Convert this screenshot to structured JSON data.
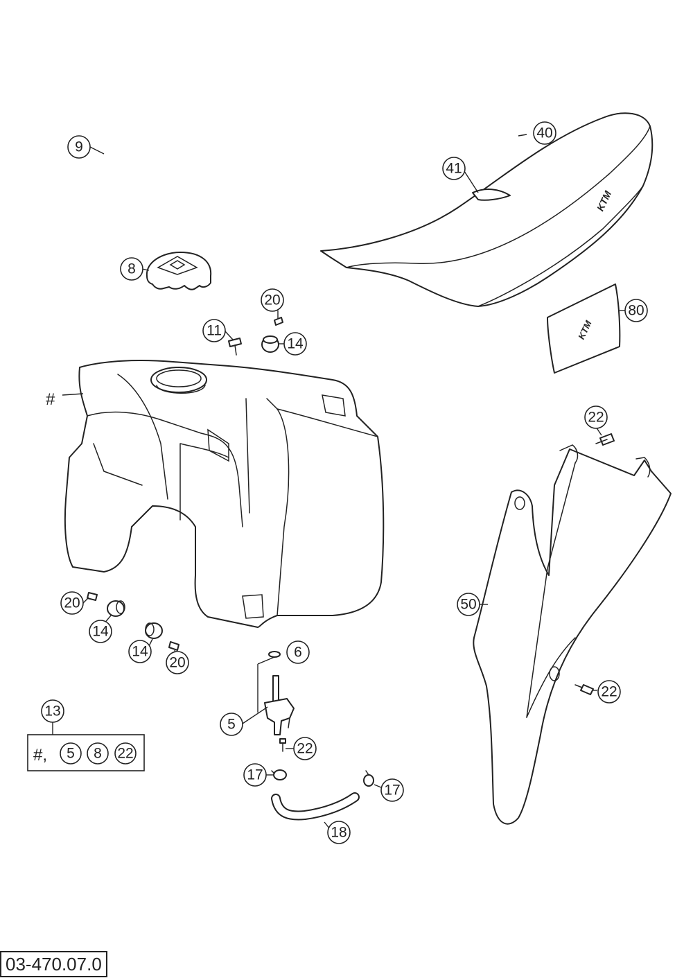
{
  "callouts": [
    {
      "id": "c9",
      "label": "9"
    },
    {
      "id": "c8",
      "label": "8"
    },
    {
      "id": "c20a",
      "label": "20"
    },
    {
      "id": "c11",
      "label": "11"
    },
    {
      "id": "c14a",
      "label": "14"
    },
    {
      "id": "c40",
      "label": "40"
    },
    {
      "id": "c41",
      "label": "41"
    },
    {
      "id": "c80",
      "label": "80"
    },
    {
      "id": "c22a",
      "label": "22"
    },
    {
      "id": "c50",
      "label": "50"
    },
    {
      "id": "c20b",
      "label": "20"
    },
    {
      "id": "c14b",
      "label": "14"
    },
    {
      "id": "c14c",
      "label": "14"
    },
    {
      "id": "c20c",
      "label": "20"
    },
    {
      "id": "c6",
      "label": "6"
    },
    {
      "id": "c5",
      "label": "5"
    },
    {
      "id": "c22b",
      "label": "22"
    },
    {
      "id": "c22c",
      "label": "22"
    },
    {
      "id": "c17a",
      "label": "17"
    },
    {
      "id": "c17b",
      "label": "17"
    },
    {
      "id": "c18",
      "label": "18"
    },
    {
      "id": "c13",
      "label": "13"
    }
  ],
  "tank_marker": "#",
  "kit": {
    "prefix": "#,",
    "items": [
      "5",
      "8",
      "22"
    ]
  },
  "logo": "KTM",
  "drawing_code": "03-470.07.0"
}
